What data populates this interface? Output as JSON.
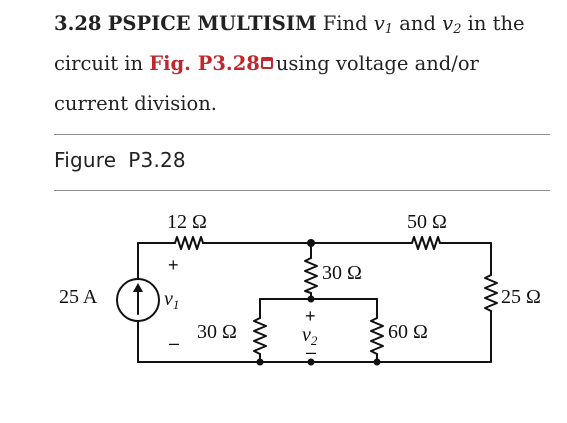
{
  "problem": {
    "number": "3.28",
    "tags": "PSPICE MULTISIM",
    "text_find": "Find",
    "var_v1": "v",
    "sub1": "1",
    "text_and": "and",
    "var_v2": "v",
    "sub2": "2",
    "text_in_the": "in the",
    "text_circuit_in": "circuit in",
    "figure_link": "Fig. P3.28",
    "text_using": "using voltage and/or",
    "text_current": "current division."
  },
  "figure": {
    "label": "Figure",
    "number": "P3.28"
  },
  "circuit": {
    "source": {
      "label": "25 A"
    },
    "resistors": [
      {
        "label": "12 Ω"
      },
      {
        "label": "50 Ω"
      },
      {
        "label": "30 Ω"
      },
      {
        "label": "30 Ω"
      },
      {
        "label": "60 Ω"
      },
      {
        "label": "25 Ω"
      }
    ],
    "v1": {
      "plus": "+",
      "var": "v",
      "sub": "1",
      "minus": "–"
    },
    "v2": {
      "plus": "+",
      "var": "v",
      "sub": "2",
      "minus": "–"
    }
  }
}
